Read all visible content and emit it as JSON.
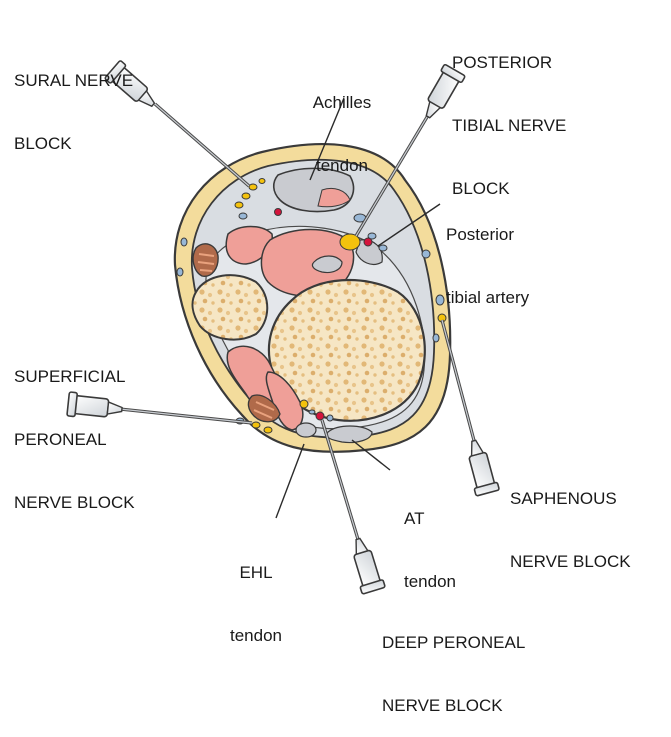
{
  "labels": {
    "sural": [
      "SURAL NERVE",
      "BLOCK"
    ],
    "achilles": [
      "Achilles",
      "tendon"
    ],
    "posterior_tibial_block": [
      "POSTERIOR",
      "TIBIAL NERVE",
      "BLOCK"
    ],
    "posterior_tibial_artery": [
      "Posterior",
      "tibial artery"
    ],
    "superficial_peroneal": [
      "SUPERFICIAL",
      "PERONEAL",
      "NERVE BLOCK"
    ],
    "saphenous": [
      "SAPHENOUS",
      "NERVE BLOCK"
    ],
    "at_tendon": [
      "AT",
      "tendon"
    ],
    "ehl_tendon": [
      "EHL",
      "tendon"
    ],
    "deep_peroneal": [
      "DEEP PERONEAL",
      "NERVE BLOCK"
    ]
  },
  "colors": {
    "skin": "#f3dc9c",
    "fascia": "#d9dde2",
    "muscle": "#ef9f98",
    "tendon": "#c9cbd0",
    "bone": "#f1dab0",
    "nerve": "#f4c20d",
    "artery": "#d4143c",
    "vein": "#98b7d6",
    "needle_hub": "#f2f4f6"
  }
}
